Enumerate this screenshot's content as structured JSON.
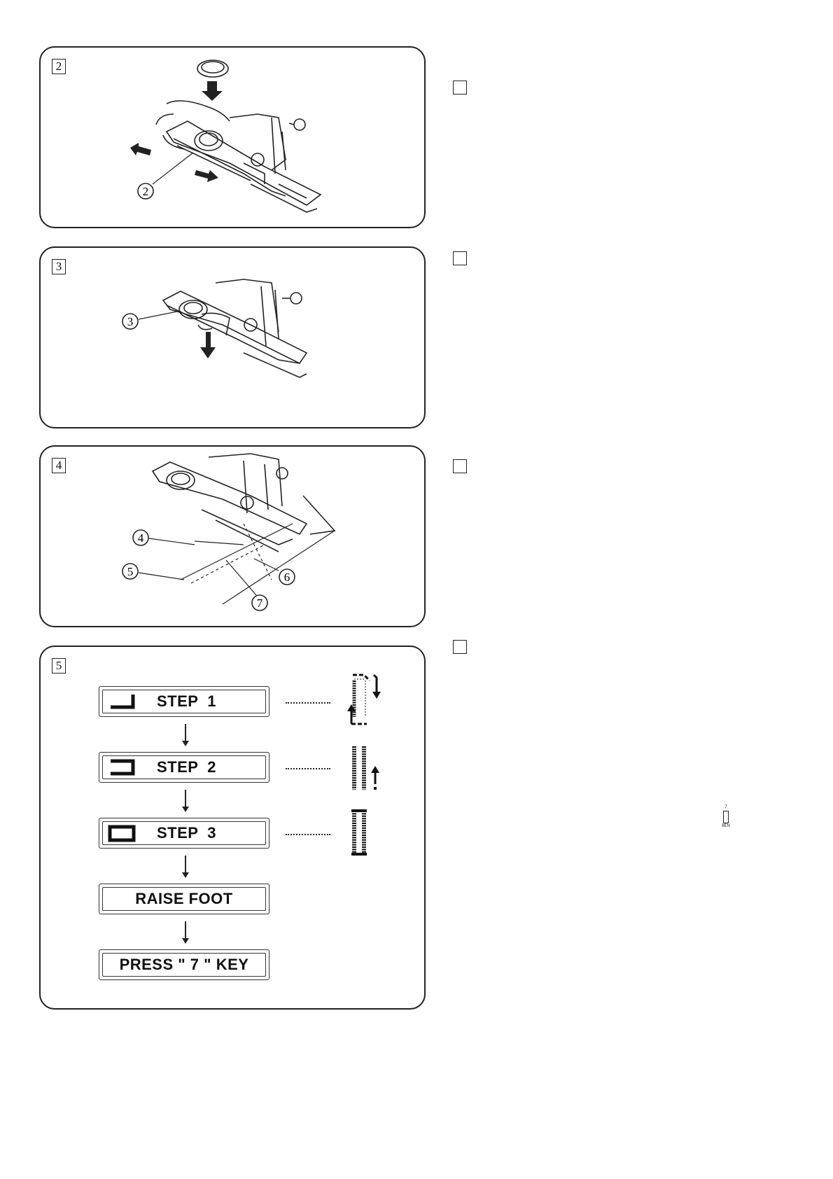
{
  "panels": [
    {
      "number": "2",
      "callouts": [
        "2"
      ]
    },
    {
      "number": "3",
      "callouts": [
        "3"
      ]
    },
    {
      "number": "4",
      "callouts": [
        "4",
        "5",
        "6",
        "7"
      ]
    },
    {
      "number": "5",
      "callouts": []
    }
  ],
  "lcd_steps": [
    {
      "text": "STEP  1"
    },
    {
      "text": "STEP  2"
    },
    {
      "text": "STEP  3"
    },
    {
      "text": "RAISE FOOT"
    },
    {
      "text": "PRESS \" 7 \" KEY"
    }
  ],
  "key_icon": {
    "top_label": "7",
    "bottom_label": "8EN"
  }
}
